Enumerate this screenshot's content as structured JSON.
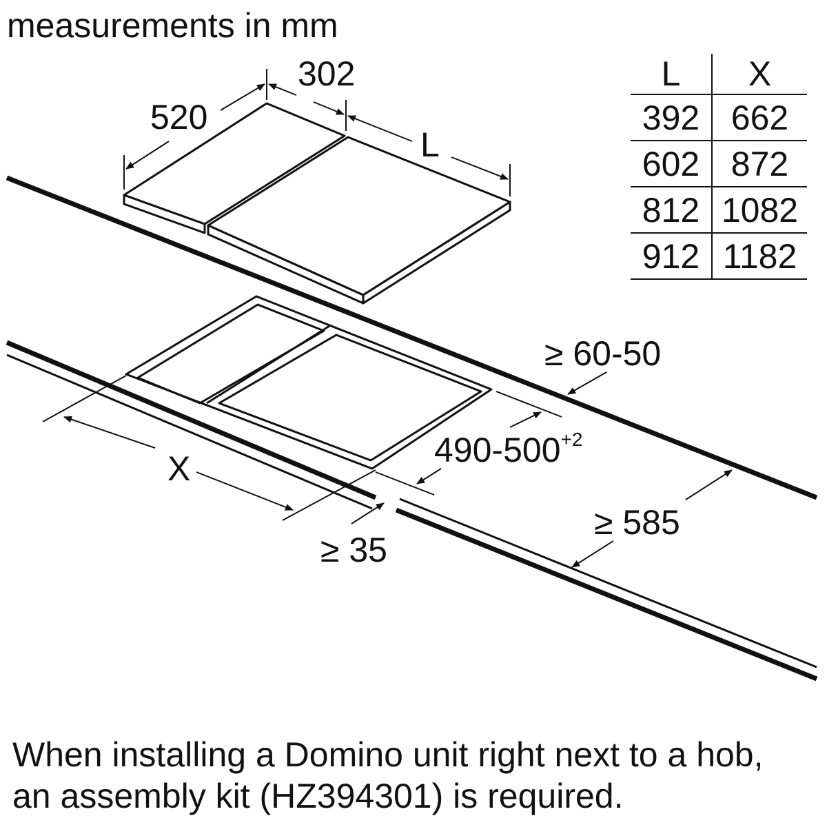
{
  "title": "measurements in mm",
  "dimensions": {
    "depth": "520",
    "width_domino": "302",
    "width_L": "L",
    "cutout_X": "X",
    "cutout_depth": "490-500",
    "cutout_depth_tolerance": "+2",
    "edge_front": "≥ 35",
    "edge_back": "≥ 60-50",
    "worktop_depth": "≥ 585"
  },
  "table": {
    "headers": [
      "L",
      "X"
    ],
    "rows": [
      [
        "392",
        "662"
      ],
      [
        "602",
        "872"
      ],
      [
        "812",
        "1082"
      ],
      [
        "912",
        "1182"
      ]
    ]
  },
  "note": "When installing a Domino unit right next to a hob, an assembly kit (HZ394301) is required."
}
